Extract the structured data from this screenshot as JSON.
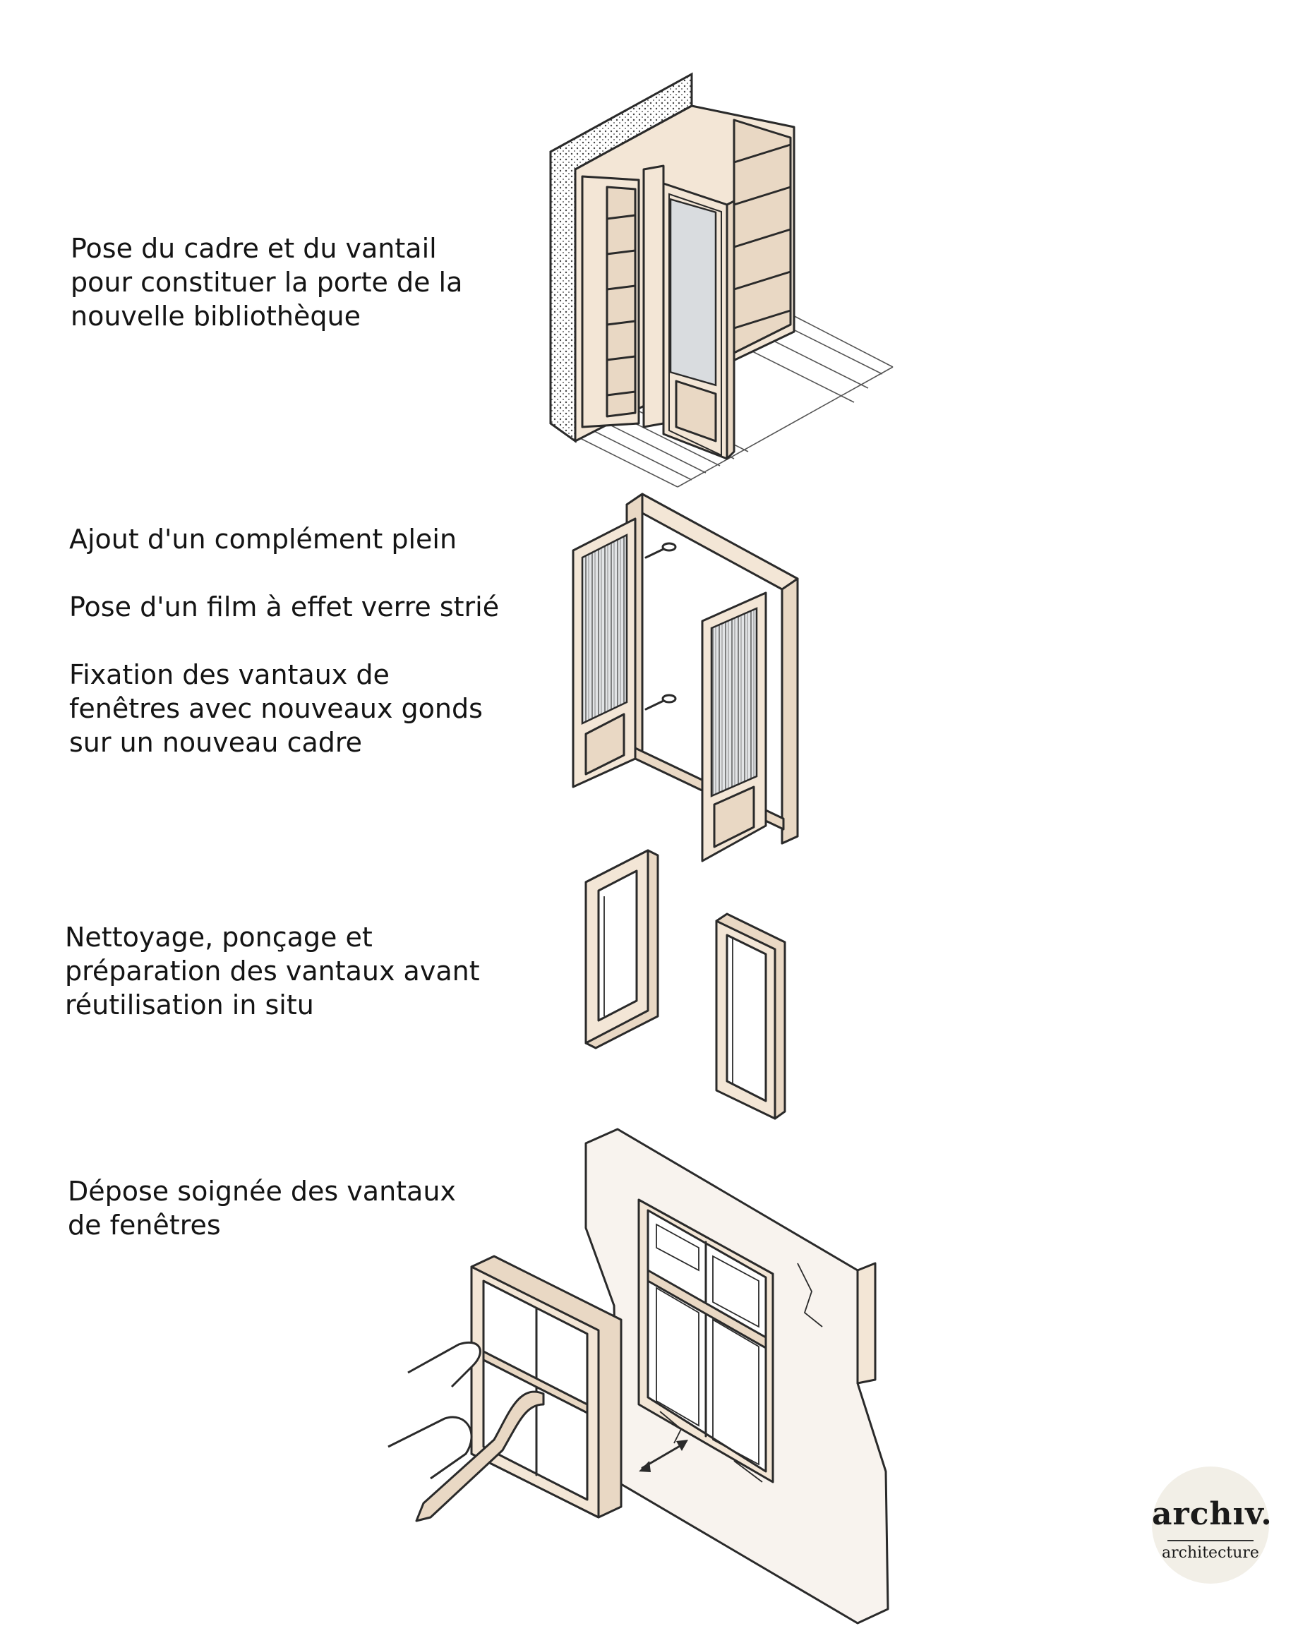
{
  "steps": [
    {
      "text": "Pose du cadre et du vantail\npour constituer la porte de la\nnouvelle bibliothèque"
    },
    {
      "text": "Ajout d'un complément plein\n\nPose d'un film à effet verre strié\n\nFixation des vantaux de\nfenêtres avec nouveaux gonds\nsur un nouveau cadre"
    },
    {
      "text": "Nettoyage, ponçage et\npréparation des vantaux avant\nréutilisation in situ"
    },
    {
      "text": "Dépose soignée des vantaux\nde fenêtres"
    }
  ],
  "logo": {
    "name": "archıv.",
    "subtitle": "architecture",
    "background": "#f2efe7"
  },
  "colors": {
    "wood": "#f3e6d6",
    "glass": "#d9dcdf",
    "line": "#2a2a2a"
  },
  "icons": [
    "bookcase-illustration",
    "door-frame-illustration",
    "window-sash-illustration",
    "wall-window-illustration",
    "crowbar-icon",
    "double-arrow-icon"
  ]
}
